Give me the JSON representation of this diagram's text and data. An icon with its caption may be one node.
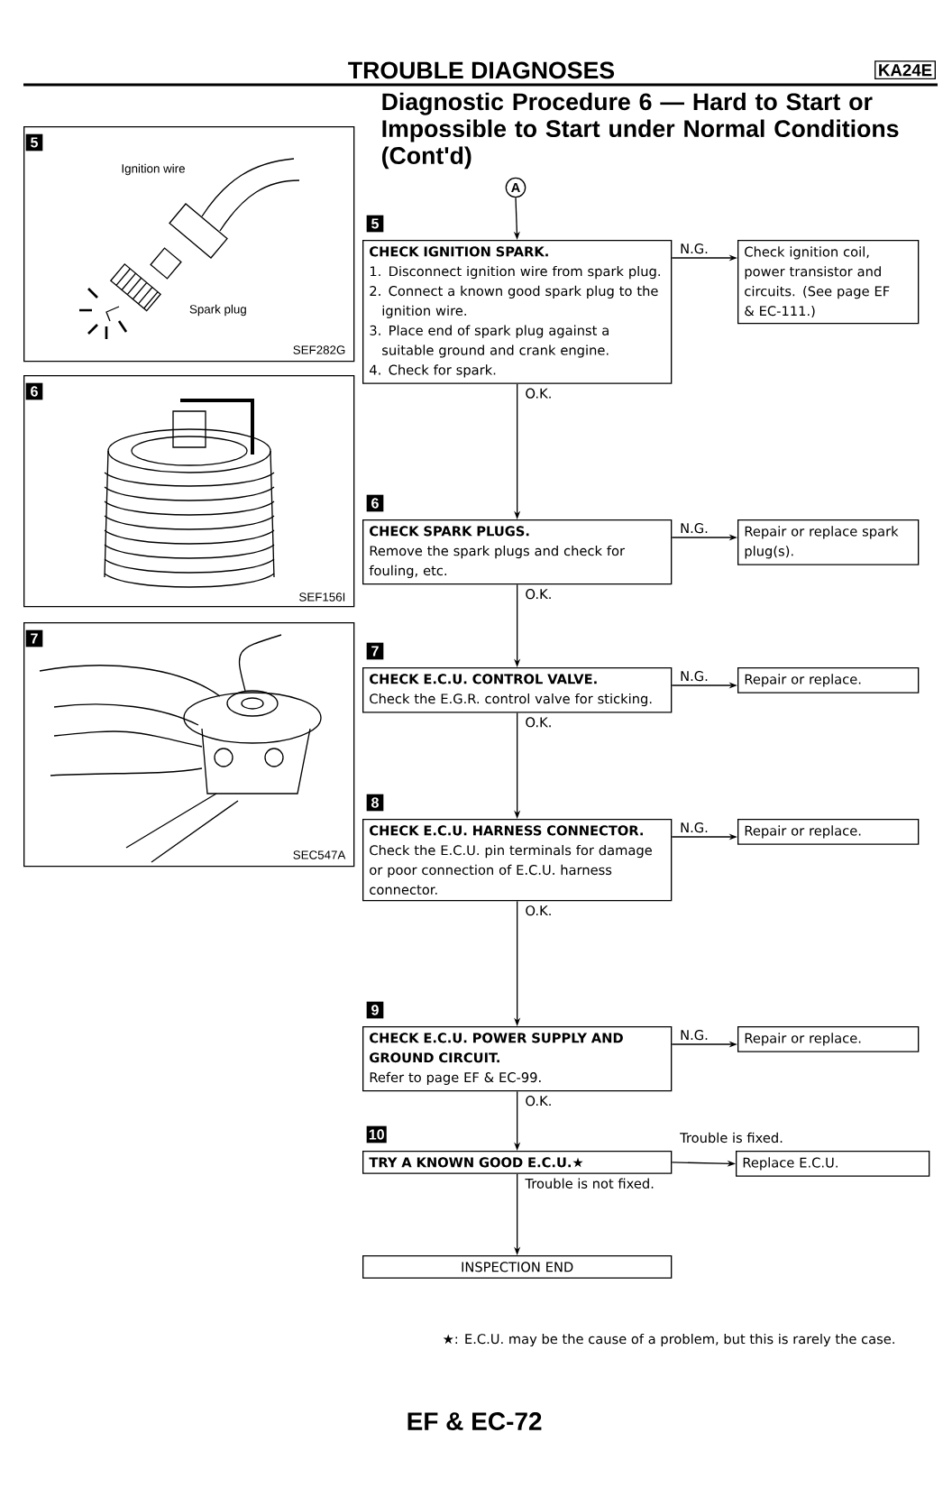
{
  "diagram": {
    "title": "Diagnostic Procedure 6 — Hard to Start or Impossible to Start under Normal Conditions (Cont'd)",
    "nodes": [
      {
        "text": [
          "5",
          "Ignition wire",
          "Spark plug",
          "SEF282G"
        ]
      },
      {
        "text": [
          "6",
          "SEF156I"
        ]
      },
      {
        "text": [
          "7",
          "SEC547A"
        ]
      },
      {
        "text": [
          "A"
        ]
      },
      {
        "text": [
          "5",
          "CHECK IGNITION SPARK.",
          "1. Disconnect ignition wire from spark plug.",
          "2. Connect a known good spark plug to the ignition wire.",
          "3. Place end of spark plug against a suitable ground and crank engine.",
          "4. Check for spark."
        ]
      },
      {
        "text": [
          "Check ignition coil, power transistor and circuits. (See page EF & EC-111.)"
        ]
      },
      {
        "text": [
          "6",
          "CHECK SPARK PLUGS.",
          "Remove the spark plugs and check for fouling, etc."
        ]
      },
      {
        "text": [
          "Repair or replace spark plug(s)."
        ]
      },
      {
        "text": [
          "7",
          "CHECK E.C.U. CONTROL VALVE.",
          "Check the E.G.R. control valve for sticking."
        ]
      },
      {
        "text": [
          "Repair or replace."
        ]
      },
      {
        "text": [
          "8",
          "**CHECK E.C.U. HARNESS CONNECTOR.** Check the E.C.U. pin terminals for damage or poor connection of E.C.U. harness connector."
        ]
      },
      {
        "text": [
          "Repair or replace."
        ]
      },
      {
        "text": [
          "9",
          "CHECK E.C.U. POWER SUPPLY AND GROUND CIRCUIT.",
          "Refer to page EF & EC-99."
        ]
      },
      {
        "text": [
          "Repair or replace."
        ]
      },
      {
        "text": [
          "10",
          "TRY A KNOWN GOOD E.C.U.★"
        ]
      },
      {
        "text": [
          "Replace E.C.U."
        ]
      },
      {
        "text": [
          "INSPECTION END"
        ]
      }
    ],
    "edges": [
      {
        "from": 3,
        "to": 4,
        "arrow": "to"
      },
      {
        "from": 4,
        "to": 5,
        "arrow": "to",
        "label": "N.G."
      },
      {
        "from": 4,
        "to": 6,
        "arrow": "to",
        "label": "O.K."
      },
      {
        "from": 6,
        "to": 7,
        "arrow": "to",
        "label": "N.G."
      },
      {
        "from": 6,
        "to": 8,
        "arrow": "to",
        "label": "O.K."
      },
      {
        "from": 8,
        "to": 9,
        "arrow": "to",
        "label": "N.G."
      },
      {
        "from": 8,
        "to": 10,
        "arrow": "to",
        "label": "O.K."
      },
      {
        "from": 10,
        "to": 11,
        "arrow": "to",
        "label": "N.G."
      },
      {
        "from": 10,
        "to": 12,
        "arrow": "to",
        "label": "O.K."
      },
      {
        "from": 12,
        "to": 13,
        "arrow": "to",
        "label": "N.G."
      },
      {
        "from": 12,
        "to": 14,
        "arrow": "to",
        "label": "O.K."
      },
      {
        "from": 14,
        "to": 15,
        "arrow": "to",
        "label": "Trouble is fixed."
      },
      {
        "from": 14,
        "to": 16,
        "arrow": "to",
        "label": "Trouble is not fixed."
      }
    ],
    "labels": [
      "TROUBLE DIAGNOSES",
      "KA24E",
      "★: E.C.U. may be the cause of a problem, but this is rarely the case.",
      "EF & EC-72"
    ]
  }
}
